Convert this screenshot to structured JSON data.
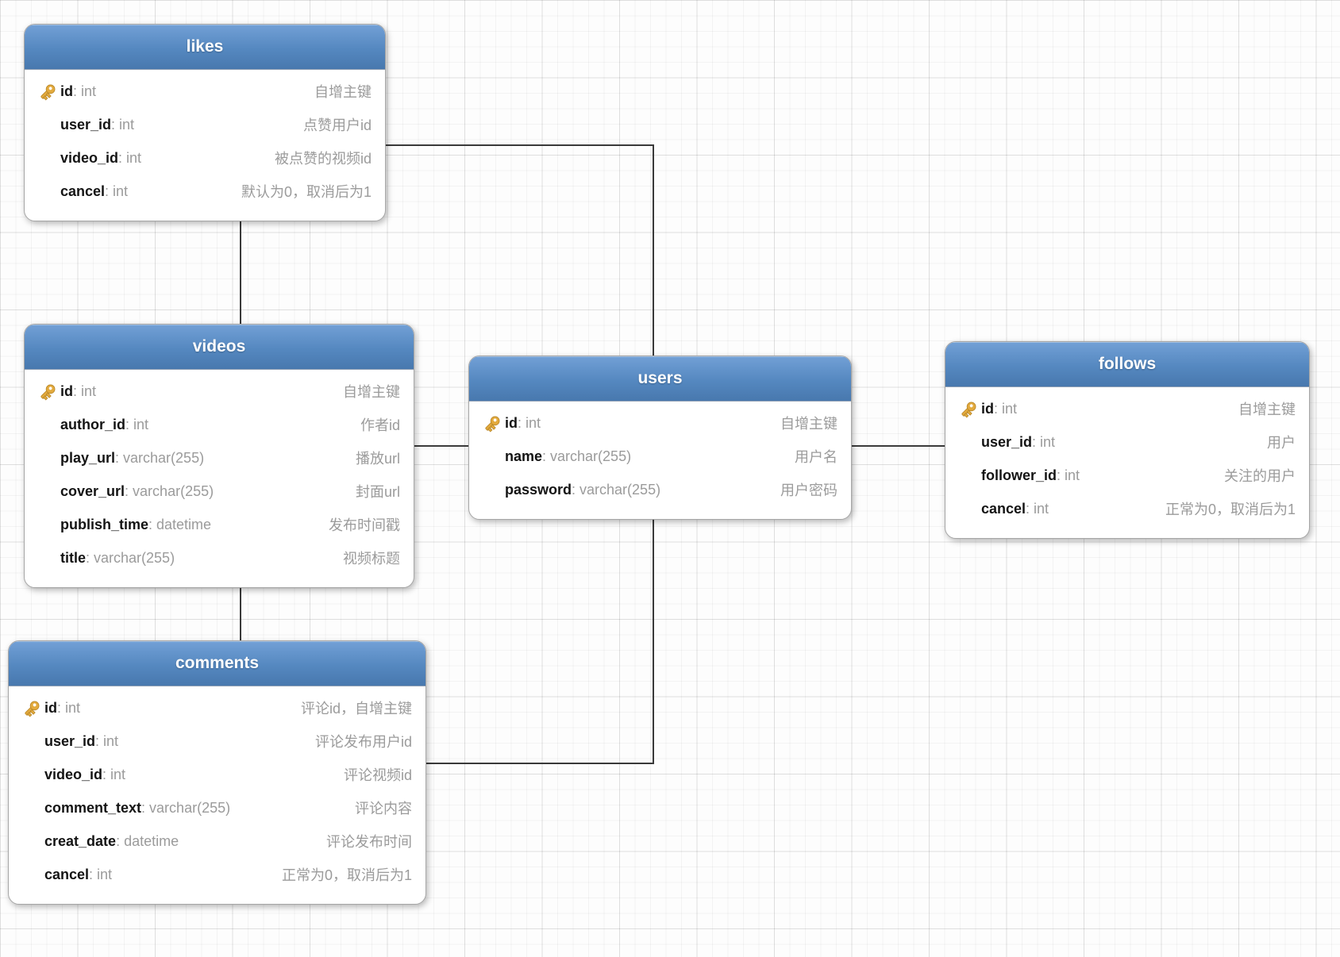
{
  "colors": {
    "header_blue_top": "#72a0d6",
    "header_blue_bottom": "#4878ae",
    "primary_key_gold": "#e3aa3d",
    "connector_line": "#3a3a3a"
  },
  "diagram": {
    "tables": [
      {
        "name": "likes",
        "fields": [
          {
            "name": "id",
            "type": "int",
            "comment": "自增主键",
            "pk": true
          },
          {
            "name": "user_id",
            "type": "int",
            "comment": "点赞用户id",
            "pk": false
          },
          {
            "name": "video_id",
            "type": "int",
            "comment": "被点赞的视频id",
            "pk": false
          },
          {
            "name": "cancel",
            "type": "int",
            "comment": "默认为0，取消后为1",
            "pk": false
          }
        ]
      },
      {
        "name": "videos",
        "fields": [
          {
            "name": "id",
            "type": "int",
            "comment": "自增主键",
            "pk": true
          },
          {
            "name": "author_id",
            "type": "int",
            "comment": "作者id",
            "pk": false
          },
          {
            "name": "play_url",
            "type": "varchar(255)",
            "comment": "播放url",
            "pk": false
          },
          {
            "name": "cover_url",
            "type": "varchar(255)",
            "comment": "封面url",
            "pk": false
          },
          {
            "name": "publish_time",
            "type": "datetime",
            "comment": "发布时间戳",
            "pk": false
          },
          {
            "name": "title",
            "type": "varchar(255)",
            "comment": "视频标题",
            "pk": false
          }
        ]
      },
      {
        "name": "users",
        "fields": [
          {
            "name": "id",
            "type": "int",
            "comment": "自增主键",
            "pk": true
          },
          {
            "name": "name",
            "type": "varchar(255)",
            "comment": "用户名",
            "pk": false
          },
          {
            "name": "password",
            "type": "varchar(255)",
            "comment": "用户密码",
            "pk": false
          }
        ]
      },
      {
        "name": "follows",
        "fields": [
          {
            "name": "id",
            "type": "int",
            "comment": "自增主键",
            "pk": true
          },
          {
            "name": "user_id",
            "type": "int",
            "comment": "用户",
            "pk": false
          },
          {
            "name": "follower_id",
            "type": "int",
            "comment": "关注的用户",
            "pk": false
          },
          {
            "name": "cancel",
            "type": "int",
            "comment": "正常为0，取消后为1",
            "pk": false
          }
        ]
      },
      {
        "name": "comments",
        "fields": [
          {
            "name": "id",
            "type": "int",
            "comment": "评论id，自增主键",
            "pk": true
          },
          {
            "name": "user_id",
            "type": "int",
            "comment": "评论发布用户id",
            "pk": false
          },
          {
            "name": "video_id",
            "type": "int",
            "comment": "评论视频id",
            "pk": false
          },
          {
            "name": "comment_text",
            "type": "varchar(255)",
            "comment": "评论内容",
            "pk": false
          },
          {
            "name": "creat_date",
            "type": "datetime",
            "comment": "评论发布时间",
            "pk": false
          },
          {
            "name": "cancel",
            "type": "int",
            "comment": "正常为0，取消后为1",
            "pk": false
          }
        ]
      }
    ]
  }
}
